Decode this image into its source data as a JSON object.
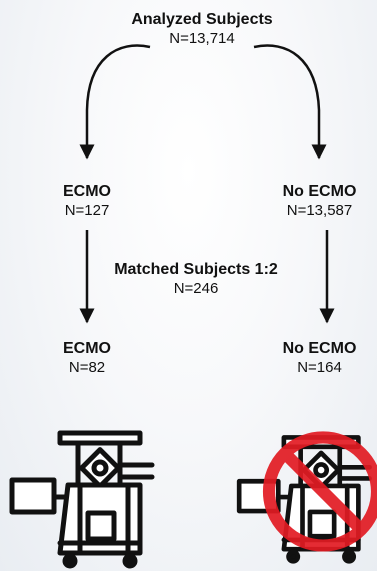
{
  "top": {
    "title": "Analyzed Subjects",
    "count": "N=13,714"
  },
  "left_pre": {
    "title": "ECMO",
    "count": "N=127"
  },
  "right_pre": {
    "title": "No ECMO",
    "count": "N=13,587"
  },
  "matched": {
    "title": "Matched Subjects 1:2",
    "count": "N=246"
  },
  "left_post": {
    "title": "ECMO",
    "count": "N=82"
  },
  "right_post": {
    "title": "No ECMO",
    "count": "N=164"
  },
  "icons": {
    "left": "ecmo-machine-icon",
    "right": "ecmo-machine-prohibited-icon",
    "prohibit_color": "#e21b23"
  }
}
